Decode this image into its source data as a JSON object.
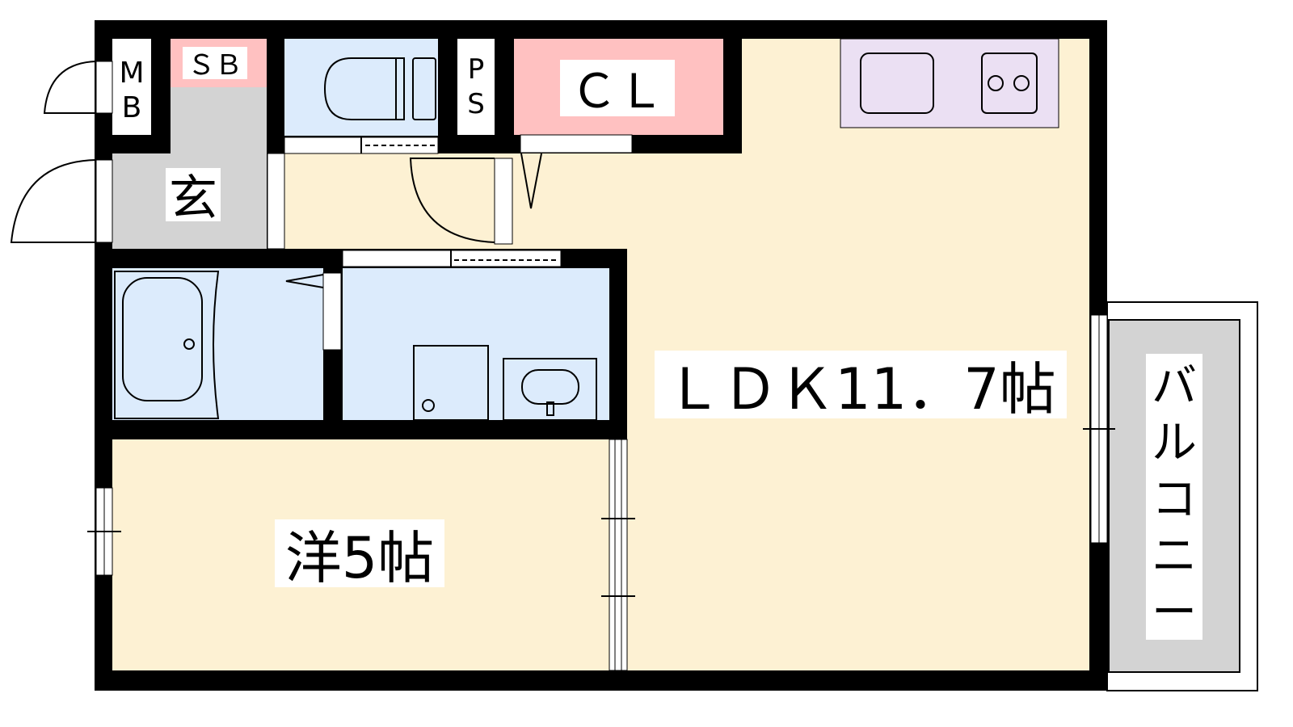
{
  "rooms": {
    "mb": {
      "line1": "M",
      "line2": "B"
    },
    "sb": "ＳＢ",
    "ps": {
      "line1": "P",
      "line2": "S"
    },
    "cl": "ＣＬ",
    "genkan": "玄",
    "ldk": "ＬＤＫ11．7帖",
    "western": "洋5帖",
    "balcony": [
      "バ",
      "ル",
      "コ",
      "ニ",
      "ー"
    ]
  },
  "colors": {
    "wall": "#000000",
    "living": "#fdf1d3",
    "wet": "#dcebfc",
    "storage": "#ffc1c1",
    "entrance": "#d3d3d3",
    "kitchen": "#ebe0f3"
  }
}
